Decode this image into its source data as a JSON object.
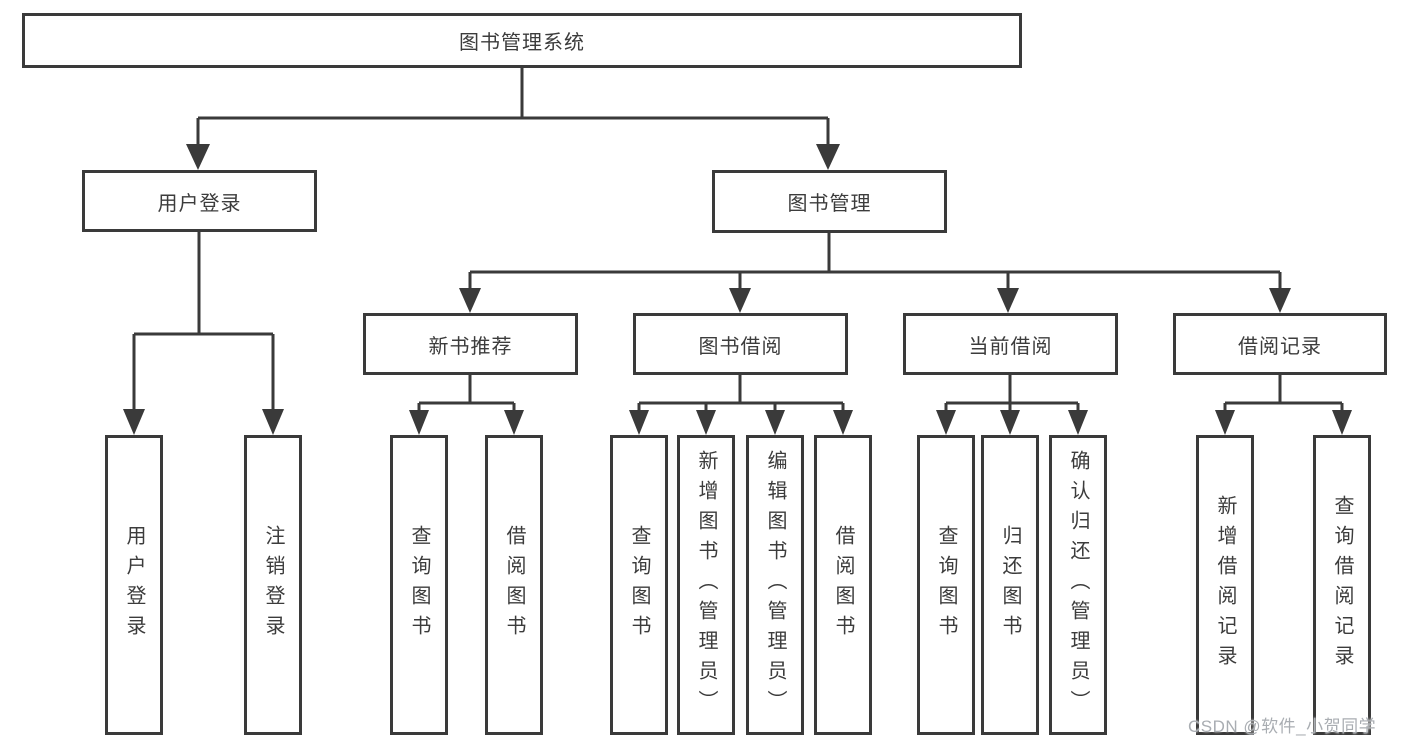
{
  "colors": {
    "line": "#3a3a3a",
    "text": "#3c3c3c",
    "background": "#ffffff",
    "watermark": "#a9adb2"
  },
  "watermark": {
    "text": "CSDN @软件_小贺同学"
  },
  "tree": {
    "root": {
      "label": "图书管理系统"
    },
    "children": [
      {
        "label": "用户登录",
        "children": [
          {
            "label": "用户登录"
          },
          {
            "label": "注销登录"
          }
        ]
      },
      {
        "label": "图书管理",
        "children": [
          {
            "label": "新书推荐",
            "children": [
              {
                "label": "查询图书"
              },
              {
                "label": "借阅图书"
              }
            ]
          },
          {
            "label": "图书借阅",
            "children": [
              {
                "label": "查询图书"
              },
              {
                "label": "新增图书（管理员）"
              },
              {
                "label": "编辑图书（管理员）"
              },
              {
                "label": "借阅图书"
              }
            ]
          },
          {
            "label": "当前借阅",
            "children": [
              {
                "label": "查询图书"
              },
              {
                "label": "归还图书"
              },
              {
                "label": "确认归还（管理员）"
              }
            ]
          },
          {
            "label": "借阅记录",
            "children": [
              {
                "label": "新增借阅记录"
              },
              {
                "label": "查询借阅记录"
              }
            ]
          }
        ]
      }
    ]
  }
}
